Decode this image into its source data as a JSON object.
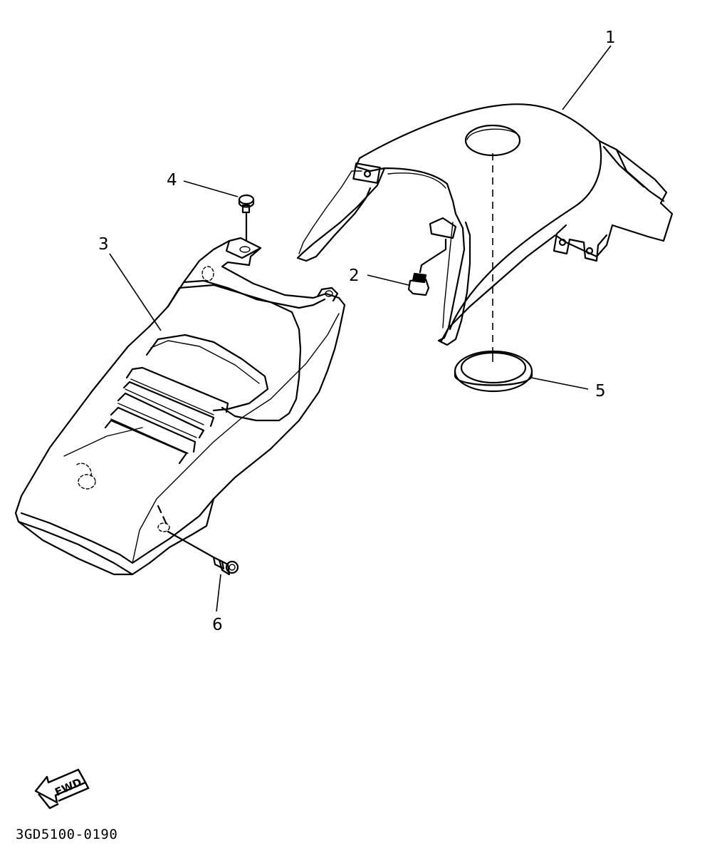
{
  "callouts": [
    {
      "id": "1",
      "label": "1"
    },
    {
      "id": "2",
      "label": "2"
    },
    {
      "id": "3",
      "label": "3"
    },
    {
      "id": "4",
      "label": "4"
    },
    {
      "id": "5",
      "label": "5"
    },
    {
      "id": "6",
      "label": "6"
    }
  ],
  "fwd_arrow": {
    "label": "FWD",
    "icon": "fwd-arrow-icon"
  },
  "drawing_number": "3GD5100-0190"
}
